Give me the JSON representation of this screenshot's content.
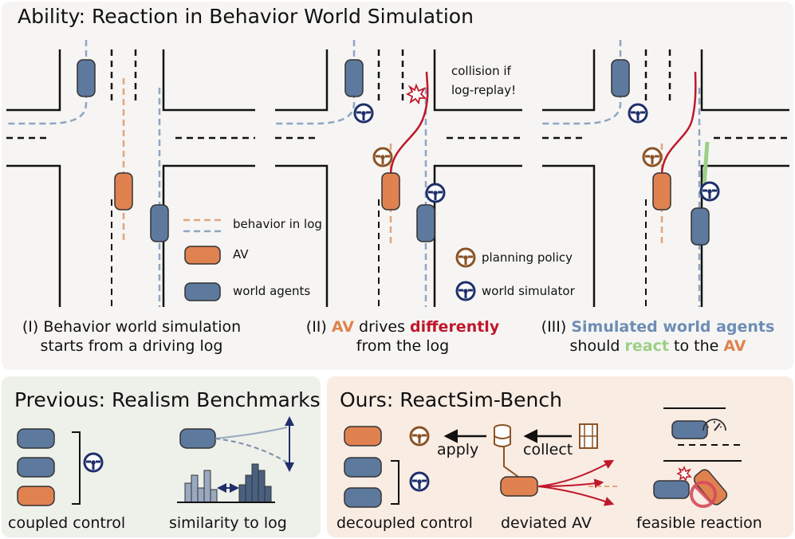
{
  "top_panel": {
    "title": "Ability: Reaction in Behavior World Simulation",
    "legend": {
      "behavior_in_log": "behavior in log",
      "av": "AV",
      "world_agents": "world agents",
      "planning_policy": "planning policy",
      "world_simulator": "world simulator"
    },
    "collision_note_line1": "collision if",
    "collision_note_line2": "log-replay!",
    "captions": {
      "c1_line1": "(I) Behavior world simulation",
      "c1_line2": "starts from a driving log",
      "c2_prefix": "(II) ",
      "c2_av": "AV",
      "c2_mid": " drives ",
      "c2_diff": "differently",
      "c2_line2": "from the log",
      "c3_prefix": "(III) ",
      "c3_sim": "Simulated world agents",
      "c3_should": "should ",
      "c3_react": "react",
      "c3_tothe": " to the ",
      "c3_av": "AV"
    }
  },
  "previous_panel": {
    "title": "Previous: Realism Benchmarks",
    "coupled_control": "coupled control",
    "similarity_to_log": "similarity to log"
  },
  "ours_panel": {
    "title": "Ours: ReactSim-Bench",
    "apply": "apply",
    "collect": "collect",
    "decoupled_control": "decoupled control",
    "deviated_av": "deviated AV",
    "feasible_reaction": "feasible reaction"
  },
  "colors": {
    "av": "#e0824f",
    "agent": "#5d7a9e",
    "agent_log": "#8ea6c4",
    "planned": "#c0182b",
    "react": "#9ccf86",
    "steer_av": "#8a5325",
    "steer_sim": "#1f2f6b"
  },
  "icons": [
    "steering-wheel-icon",
    "database-icon",
    "film-icon",
    "speedometer-icon",
    "collision-burst-icon",
    "prohibited-icon"
  ]
}
